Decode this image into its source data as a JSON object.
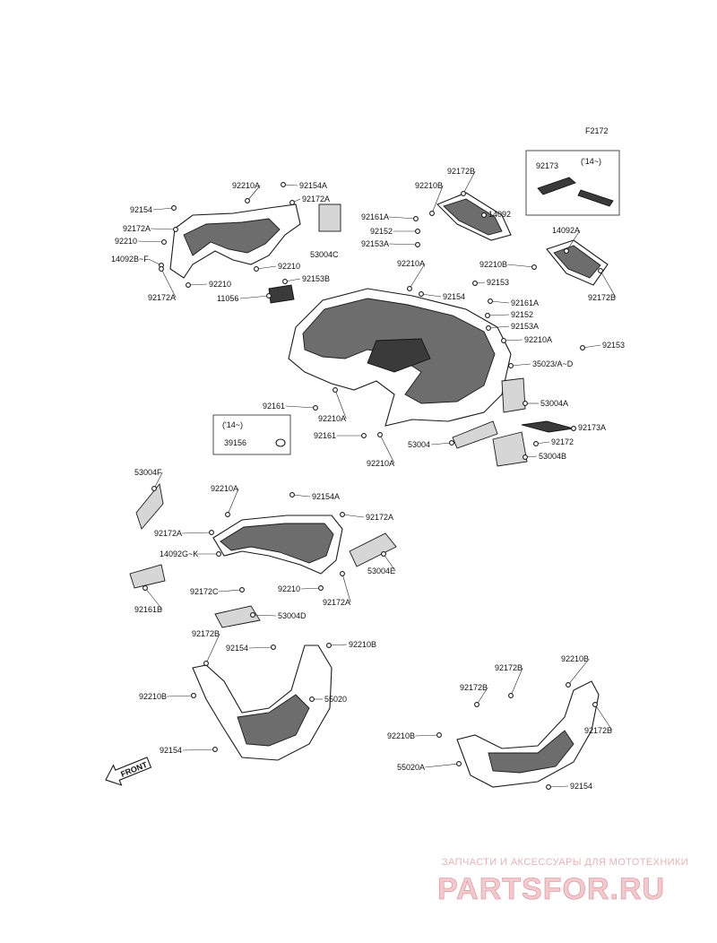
{
  "diagram_code": "F2172",
  "box_labels": {
    "box_top": "('14~)",
    "box_left": "('14~)"
  },
  "callouts": [
    {
      "id": "c1",
      "text": "92173"
    },
    {
      "id": "c2",
      "text": "92172B"
    },
    {
      "id": "c3",
      "text": "92210B"
    },
    {
      "id": "c4",
      "text": "92161A"
    },
    {
      "id": "c5",
      "text": "14092"
    },
    {
      "id": "c6",
      "text": "92152"
    },
    {
      "id": "c7",
      "text": "92153A"
    },
    {
      "id": "c8",
      "text": "14092A"
    },
    {
      "id": "c9",
      "text": "92210B"
    },
    {
      "id": "c10",
      "text": "92153"
    },
    {
      "id": "c11",
      "text": "92172B"
    },
    {
      "id": "c12",
      "text": "92210A"
    },
    {
      "id": "c13",
      "text": "92154A"
    },
    {
      "id": "c14",
      "text": "92154"
    },
    {
      "id": "c15",
      "text": "92172A"
    },
    {
      "id": "c16",
      "text": "92172A"
    },
    {
      "id": "c17",
      "text": "92210"
    },
    {
      "id": "c18",
      "text": "53004C"
    },
    {
      "id": "c19",
      "text": "14092B~F"
    },
    {
      "id": "c20",
      "text": "92210"
    },
    {
      "id": "c21",
      "text": "92210"
    },
    {
      "id": "c22",
      "text": "92153B"
    },
    {
      "id": "c23",
      "text": "92172A"
    },
    {
      "id": "c24",
      "text": "11056"
    },
    {
      "id": "c25",
      "text": "92210A"
    },
    {
      "id": "c26",
      "text": "92154"
    },
    {
      "id": "c27",
      "text": "92161A"
    },
    {
      "id": "c28",
      "text": "92152"
    },
    {
      "id": "c29",
      "text": "92153A"
    },
    {
      "id": "c30",
      "text": "92210A"
    },
    {
      "id": "c31",
      "text": "92153"
    },
    {
      "id": "c32",
      "text": "35023/A~D"
    },
    {
      "id": "c33",
      "text": "53004A"
    },
    {
      "id": "c34",
      "text": "92161"
    },
    {
      "id": "c35",
      "text": "92210A"
    },
    {
      "id": "c36",
      "text": "92173A"
    },
    {
      "id": "c37",
      "text": "92161"
    },
    {
      "id": "c38",
      "text": "92172"
    },
    {
      "id": "c39",
      "text": "39156"
    },
    {
      "id": "c40",
      "text": "53004"
    },
    {
      "id": "c41",
      "text": "53004B"
    },
    {
      "id": "c42",
      "text": "92210A"
    },
    {
      "id": "c43",
      "text": "53004F"
    },
    {
      "id": "c44",
      "text": "92210A"
    },
    {
      "id": "c45",
      "text": "92154A"
    },
    {
      "id": "c46",
      "text": "92172A"
    },
    {
      "id": "c47",
      "text": "92172A"
    },
    {
      "id": "c48",
      "text": "14092G~K"
    },
    {
      "id": "c49",
      "text": "53004E"
    },
    {
      "id": "c50",
      "text": "92172C"
    },
    {
      "id": "c51",
      "text": "92210"
    },
    {
      "id": "c52",
      "text": "92172A"
    },
    {
      "id": "c53",
      "text": "92161B"
    },
    {
      "id": "c54",
      "text": "53004D"
    },
    {
      "id": "c55",
      "text": "92172B"
    },
    {
      "id": "c56",
      "text": "92154"
    },
    {
      "id": "c57",
      "text": "92210B"
    },
    {
      "id": "c58",
      "text": "92172B"
    },
    {
      "id": "c59",
      "text": "92210B"
    },
    {
      "id": "c60",
      "text": "55020"
    },
    {
      "id": "c61",
      "text": "92210B"
    },
    {
      "id": "c62",
      "text": "92172B"
    },
    {
      "id": "c63",
      "text": "92154"
    },
    {
      "id": "c64",
      "text": "92172B"
    },
    {
      "id": "c65",
      "text": "92210B"
    },
    {
      "id": "c66",
      "text": "55020A"
    },
    {
      "id": "c67",
      "text": "92154"
    }
  ],
  "front_arrow_label": "FRONT",
  "watermark": {
    "tagline": "ЗАПЧАСТИ И АКСЕССУАРЫ ДЛЯ МОТОТЕХНИКИ",
    "logo": "PARTSFOR.RU"
  },
  "colors": {
    "part_shade": "#6d6d6d",
    "line": "#1a1a1a",
    "watermark": "#e6b3b8"
  }
}
